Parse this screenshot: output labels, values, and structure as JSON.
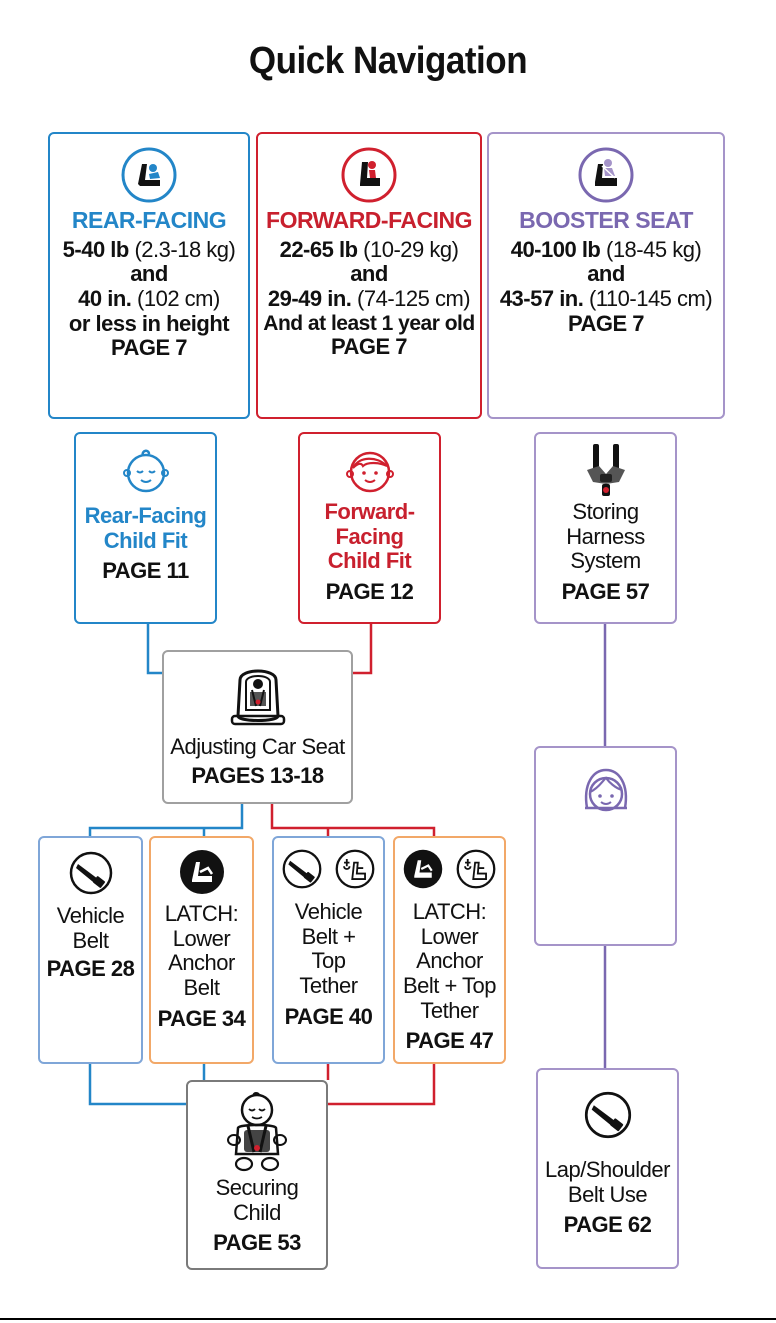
{
  "title": "Quick Navigation",
  "colors": {
    "rear": "#2386c8",
    "forward": "#d0202e",
    "booster": "#a594c9",
    "latch": "#f2a868",
    "neutral": "#a0a0a0"
  },
  "rear": {
    "title": "REAR-FACING",
    "weight_main": "5-40 lb",
    "weight_metric": "(2.3-18 kg)",
    "and": "and",
    "height_main": "40 in.",
    "height_metric": "(102 cm)",
    "height_note": "or less in height",
    "page": "PAGE 7",
    "icon": "rear-facing-seat-icon"
  },
  "forward": {
    "title": "FORWARD-FACING",
    "weight_main": "22-65 lb",
    "weight_metric": "(10-29 kg)",
    "and": "and",
    "height_main": "29-49 in.",
    "height_metric": "(74-125 cm)",
    "age_note": "And at least 1 year old",
    "page": "PAGE 7",
    "icon": "forward-facing-seat-icon"
  },
  "booster": {
    "title": "BOOSTER SEAT",
    "weight_main": "40-100 lb",
    "weight_metric": "(18-45 kg)",
    "and": "and",
    "height_main": "43-57 in.",
    "height_metric": "(110-145 cm)",
    "page": "PAGE 7",
    "icon": "booster-seat-icon"
  },
  "rear_fit": {
    "line1": "Rear-Facing",
    "line2": "Child Fit",
    "page": "PAGE 11",
    "icon": "baby-face-icon"
  },
  "forward_fit": {
    "line1": "Forward-",
    "line2": "Facing",
    "line3": "Child Fit",
    "page": "PAGE 12",
    "icon": "child-face-icon"
  },
  "storing": {
    "line1": "Storing",
    "line2": "Harness",
    "line3": "System",
    "page": "PAGE 57",
    "icon": "harness-icon"
  },
  "adjusting": {
    "label": "Adjusting Car Seat",
    "page": "PAGES 13-18",
    "icon": "car-seat-icon"
  },
  "girl_icon": "girl-face-icon",
  "vehicle_belt": {
    "line1": "Vehicle",
    "line2": "Belt",
    "page": "PAGE 28",
    "icon": "seat-belt-icon"
  },
  "latch_belt": {
    "line1": "LATCH:",
    "line2": "Lower",
    "line3": "Anchor",
    "line4": "Belt",
    "page": "PAGE 34",
    "icon": "latch-icon"
  },
  "vehicle_tether": {
    "line1": "Vehicle",
    "line2": "Belt +",
    "line3": "Top",
    "line4": "Tether",
    "page": "PAGE 40",
    "icons": [
      "seat-belt-icon",
      "top-tether-icon"
    ]
  },
  "latch_tether": {
    "line1": "LATCH:",
    "line2": "Lower",
    "line3": "Anchor",
    "line4": "Belt + Top",
    "line5": "Tether",
    "page": "PAGE 47",
    "icons": [
      "latch-icon",
      "top-tether-icon"
    ]
  },
  "securing": {
    "line1": "Securing",
    "line2": "Child",
    "page": "PAGE 53",
    "icon": "baby-in-harness-icon"
  },
  "lap_shoulder": {
    "line1": "Lap/Shoulder",
    "line2": "Belt Use",
    "page": "PAGE 62",
    "icon": "seat-belt-icon"
  }
}
